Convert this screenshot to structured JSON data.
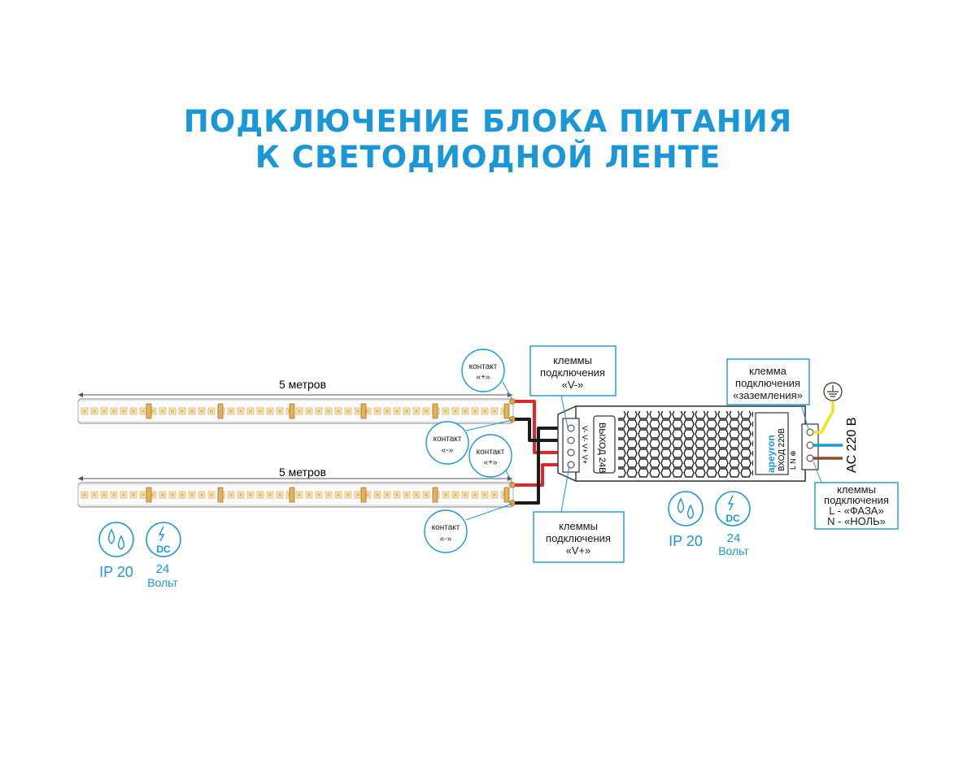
{
  "title": {
    "line1": "ПОДКЛЮЧЕНИЕ БЛОКА ПИТАНИЯ",
    "line2": "К СВЕТОДИОДНОЙ ЛЕНТЕ"
  },
  "strips": [
    {
      "length_label": "5 метров"
    },
    {
      "length_label": "5 метров"
    }
  ],
  "strip_specs": {
    "ip": "IP 20",
    "dc": "DC",
    "voltage": "24",
    "voltage_unit": "Вольт"
  },
  "psu_specs": {
    "ip": "IP 20",
    "dc": "DC",
    "voltage": "24",
    "voltage_unit": "Вольт"
  },
  "contacts": {
    "plus_top_l1": "контакт",
    "plus_top_l2": "«+»",
    "minus_top_l1": "контакт",
    "minus_top_l2": "«-»",
    "plus_bottom_l1": "контакт",
    "plus_bottom_l2": "«+»",
    "minus_bottom_l1": "контакт",
    "minus_bottom_l2": "«-»"
  },
  "callouts": {
    "v_minus": [
      "клеммы",
      "подключения",
      "«V-»"
    ],
    "v_plus": [
      "клеммы",
      "подключения",
      "«V+»"
    ],
    "ground": [
      "клемма",
      "подключения",
      "«заземления»"
    ],
    "ln": [
      "клеммы",
      "подключения",
      "L - «ФАЗА»",
      "N - «НОЛЬ»"
    ]
  },
  "psu": {
    "output_label": "ВЫХОД 24В",
    "input_label": "ВХОД 220В",
    "brand": "apeyron",
    "terminals_out": "V- V- V+ V+",
    "terminals_in": "L N ⊕",
    "ac_label": "AC 220 В"
  },
  "colors": {
    "accent": "#1a97d6",
    "wire_red": "#e3262a",
    "wire_black": "#1b1b1b",
    "wire_yellow": "#f1e21a",
    "wire_blue": "#1a97d6",
    "wire_brown": "#8a4a2a"
  }
}
